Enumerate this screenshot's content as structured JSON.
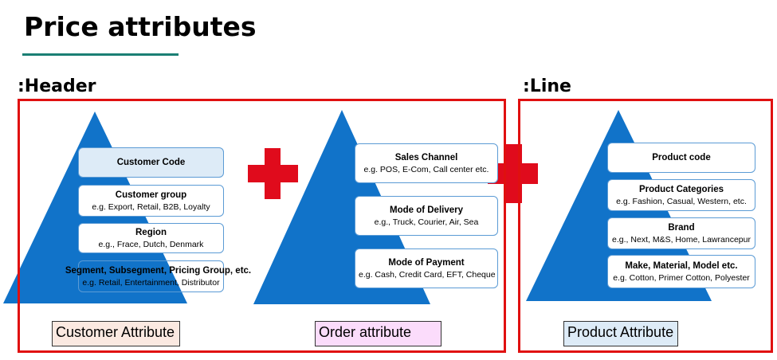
{
  "title": "Price attributes",
  "sections": {
    "header": ":Header",
    "line": ":Line"
  },
  "colors": {
    "pyramid": "#1173c9",
    "frame": "#e01010",
    "plus": "#e00b1c",
    "underline": "#1b7f74",
    "box_border": "#5b9bd5"
  },
  "customer": {
    "items": [
      {
        "title": "Customer Code",
        "desc": ""
      },
      {
        "title": "Customer group",
        "desc": "e.g. Export, Retail, B2B, Loyalty"
      },
      {
        "title": "Region",
        "desc": "e.g., Frace, Dutch, Denmark"
      },
      {
        "title": "Segment, Subsegment, Pricing Group, etc.",
        "desc": "e.g. Retail, Entertainment, Distributor"
      }
    ],
    "label": "Customer Attribute",
    "label_bg": "#fbe9e1"
  },
  "order": {
    "items": [
      {
        "title": "Sales Channel",
        "desc": "e.g. POS, E-Com, Call center etc."
      },
      {
        "title": "Mode of Delivery",
        "desc": "e.g., Truck, Courier,  Air, Sea"
      },
      {
        "title": "Mode of Payment",
        "desc": "e.g. Cash, Credit Card, EFT, Cheque"
      }
    ],
    "label": "Order attribute",
    "label_bg": "#fbdcfb"
  },
  "product": {
    "items": [
      {
        "title": "Product  code",
        "desc": ""
      },
      {
        "title": "Product Categories",
        "desc": "e.g. Fashion, Casual, Western, etc."
      },
      {
        "title": "Brand",
        "desc": "e.g., Next, M&S, Home, Lawrancepur"
      },
      {
        "title": "Make, Material, Model etc.",
        "desc": "e.g. Cotton, Primer Cotton, Polyester"
      }
    ],
    "label": "Product Attribute",
    "label_bg": "#ddebf7"
  }
}
